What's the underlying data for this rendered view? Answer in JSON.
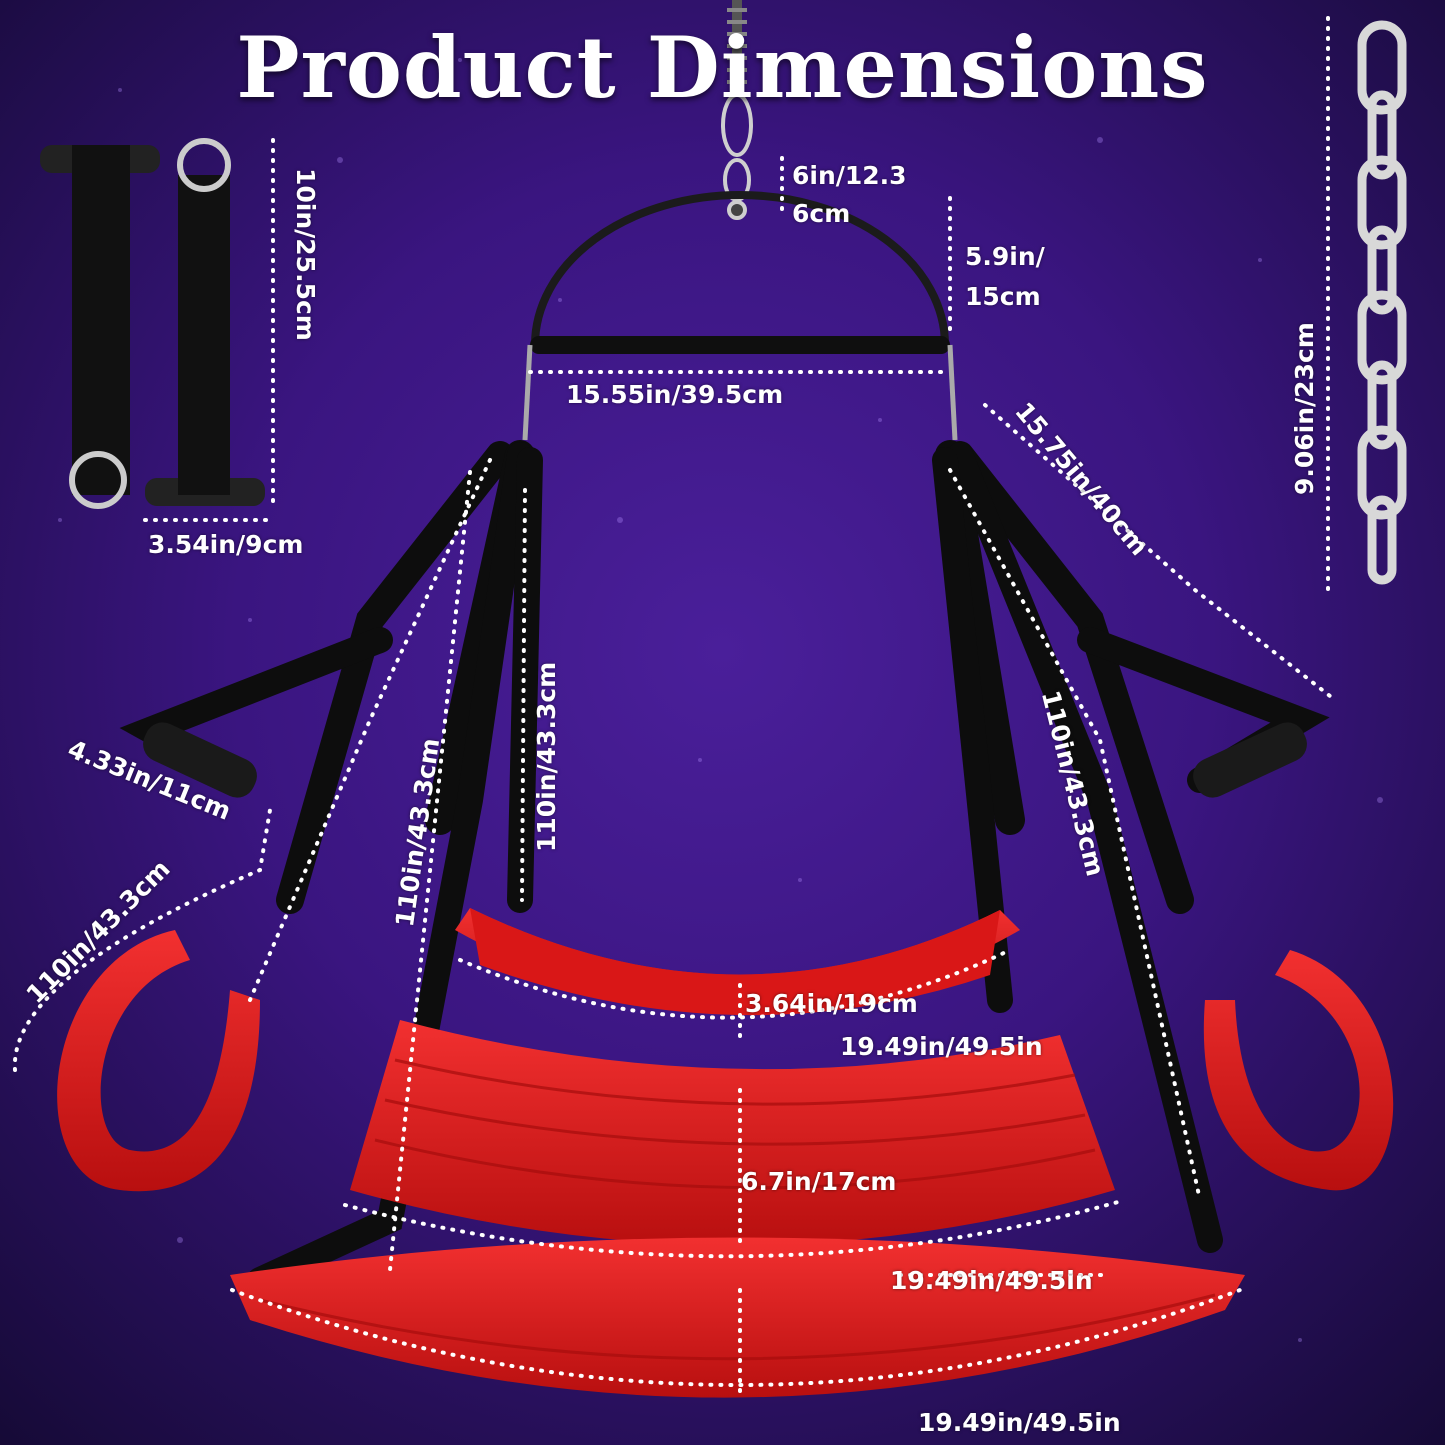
{
  "title": "Product Dimensions",
  "colors": {
    "background_dark": "#1a0f3d",
    "background_purple": "#5a1fa0",
    "strap": "#111111",
    "pad_red": "#e01818",
    "pad_red_dark": "#a80c0c",
    "metal": "#c8c8c8",
    "text": "#ffffff"
  },
  "labels": {
    "handle_length": "10in/25.5cm",
    "handle_width": "3.54in/9cm",
    "hook_height_line1": "6in/12.3",
    "hook_height_line2": "6cm",
    "arc_height_line1": "5.9in/",
    "arc_height_line2": "15cm",
    "bar_width": "15.55in/39.5cm",
    "chain_length": "9.06in/23cm",
    "arm_strap": "15.75in/40cm",
    "grip_width": "4.33in/11cm",
    "leg_strap_left": "110in/43.3cm",
    "strap_center_left": "110in/43.3cm",
    "strap_center_right": "110in/43.3cm",
    "strap_right": "110in/43.3cm",
    "back_pad_height": "3.64in/19cm",
    "back_pad_width": "19.49in/49.5in",
    "seat_height": "6.7in/17cm",
    "seat_width": "19.49in/49.5in",
    "bottom_width": "19.49in/49.5in"
  },
  "icons": [
    "handle-strap-icon",
    "chain-icon",
    "spring-hook-icon"
  ]
}
